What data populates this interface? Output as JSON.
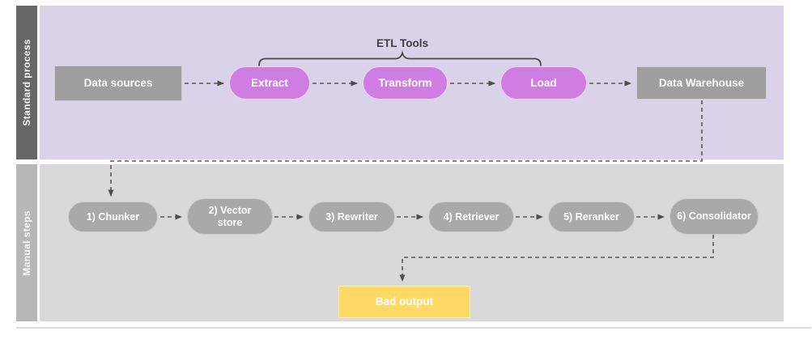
{
  "diagram": {
    "lanes": {
      "standard": {
        "label": "Standard process",
        "bracket_label": "ETL Tools",
        "nodes": {
          "data_sources": "Data sources",
          "extract": "Extract",
          "transform": "Transform",
          "load": "Load",
          "data_warehouse": "Data Warehouse"
        }
      },
      "manual": {
        "label": "Manual steps",
        "nodes": {
          "chunker": "1) Chunker",
          "vector_store": "2) Vector store",
          "rewriter": "3) Rewriter",
          "retriever": "4) Retriever",
          "reranker": "5) Reranker",
          "consolidator": "6) Consolidator",
          "bad_output": "Bad output"
        }
      }
    },
    "edges": [
      "Data sources -> Extract",
      "Extract -> Transform",
      "Transform -> Load",
      "Load -> Data Warehouse",
      "Data Warehouse -> 1) Chunker",
      "1) Chunker -> 2) Vector store",
      "2) Vector store -> 3) Rewriter",
      "3) Rewriter -> 4) Retriever",
      "4) Retriever -> 5) Reranker",
      "5) Reranker -> 6) Consolidator",
      "6) Consolidator -> Bad output"
    ],
    "colors": {
      "lane_standard_bg": "#d9d2e9",
      "lane_standard_label_bg": "#666666",
      "lane_manual_bg": "#d9d9d9",
      "lane_manual_label_bg": "#b7b7b7",
      "process_node_bg": "#9e9e9e",
      "etl_node_bg": "#ce7de2",
      "manual_node_bg": "#a9a9a9",
      "bad_output_bg": "#ffd966",
      "connector": "#595959",
      "node_text": "#ffffff",
      "caption_text": "#3f3f3f"
    }
  }
}
